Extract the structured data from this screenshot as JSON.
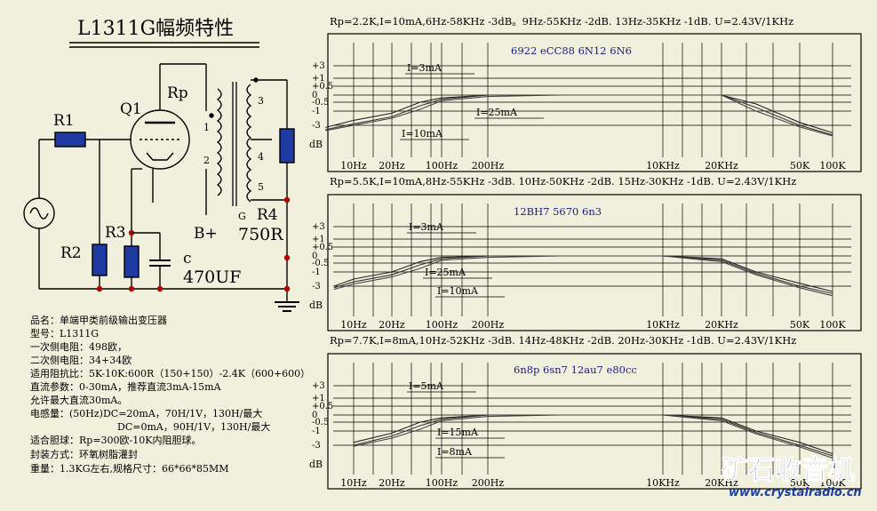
{
  "title": "L1311G幅频特性",
  "schematic": {
    "r1": "R1",
    "r2": "R2",
    "r3": "R3",
    "q1": "Q1",
    "rp": "Rp",
    "c": "c",
    "c_value": "470UF",
    "b_plus": "B+",
    "r4": "R4",
    "r4_value": "750R",
    "g": "G",
    "pins": [
      "1",
      "2",
      "3",
      "4",
      "5"
    ]
  },
  "specs": [
    "品名：单端甲类前级输出变压器",
    "型号：L1311G",
    "一次侧电阻：498欧，",
    "二次侧电阻：34+34欧",
    "适用阻抗比：5K-10K:600R（150+150）-2.4K（600+600）",
    "直流参数：0-30mA，推荐直流3mA-15mA",
    "允许最大直流30mA。",
    "电感量：(50Hz)DC=20mA，70H/1V，130H/最大",
    "DC=0mA，90H/1V，130H/最大",
    "适合胆球：Rp=300欧-10K内阻胆球。",
    "封装方式：环氧树脂灌封",
    "重量：1.3KG左右,规格尺寸：66*66*85MM"
  ],
  "chart_data": [
    {
      "type": "line",
      "header": "Rp=2.2K,I=10mA,6Hz-58KHz -3dB。9Hz-55KHz -2dB. 13Hz-35KHz -1dB. U=2.43V/1KHz",
      "tubes": "6922 eCC88 6N12 6N6",
      "x_ticks": [
        "10Hz",
        "20Hz",
        "100Hz",
        "200Hz",
        "10KHz",
        "20KHz",
        "50K",
        "100K"
      ],
      "y_ticks": [
        "+3",
        "+1",
        "+0.5",
        "0",
        "-0.5",
        "-1",
        "-3",
        "dB"
      ],
      "series": [
        {
          "name": "I=3mA",
          "x": [
            6,
            10,
            20,
            50,
            100,
            200,
            1000,
            10000,
            20000,
            30000,
            50000,
            100000
          ],
          "y": [
            -3.4,
            -2.3,
            -1.3,
            -0.5,
            -0.2,
            0,
            0,
            0,
            0,
            -0.6,
            -2.6,
            -4.4
          ]
        },
        {
          "name": "I=25mA",
          "x": [
            6,
            10,
            20,
            50,
            100,
            200,
            1000,
            10000,
            20000,
            30000,
            50000,
            100000
          ],
          "y": [
            -3.8,
            -2.8,
            -1.8,
            -0.7,
            -0.3,
            0,
            0,
            0,
            0,
            -0.8,
            -3.0,
            -4.8
          ]
        },
        {
          "name": "I=10mA",
          "x": [
            6,
            10,
            20,
            50,
            100,
            200,
            1000,
            10000,
            20000,
            30000,
            50000,
            100000
          ],
          "y": [
            -4.0,
            -3.0,
            -2.0,
            -0.9,
            -0.4,
            -0.1,
            0,
            0,
            0,
            -1.0,
            -3.3,
            -5.0
          ]
        }
      ]
    },
    {
      "type": "line",
      "header": "Rp=5.5K,I=10mA,8Hz-55KHz -3dB. 10Hz-50KHz -2dB. 15Hz-30KHz -1dB. U=2.43V/1KHz",
      "tubes": "12BH7  5670  6n3",
      "x_ticks": [
        "10Hz",
        "20Hz",
        "100Hz",
        "200Hz",
        "10KHz",
        "20KHz",
        "50K",
        "100K"
      ],
      "y_ticks": [
        "+3",
        "+1",
        "+0.5",
        "0",
        "-0.5",
        "-1",
        "-3",
        "dB"
      ],
      "series": [
        {
          "name": "I=3mA",
          "x": [
            7,
            10,
            20,
            50,
            100,
            200,
            1000,
            10000,
            20000,
            30000,
            50000,
            100000
          ],
          "y": [
            -3.0,
            -2.0,
            -1.0,
            -0.4,
            -0.1,
            0,
            0,
            0,
            -0.2,
            -1.0,
            -2.6,
            -4.0
          ]
        },
        {
          "name": "I=25mA",
          "x": [
            7,
            10,
            20,
            50,
            100,
            200,
            1000,
            10000,
            20000,
            30000,
            50000,
            100000
          ],
          "y": [
            -3.3,
            -2.4,
            -1.4,
            -0.6,
            -0.2,
            0,
            0,
            0,
            -0.3,
            -1.2,
            -3.0,
            -4.4
          ]
        },
        {
          "name": "I=10mA",
          "x": [
            7,
            10,
            20,
            50,
            100,
            200,
            1000,
            10000,
            20000,
            30000,
            50000,
            100000
          ],
          "y": [
            -3.6,
            -2.7,
            -1.7,
            -0.8,
            -0.3,
            -0.1,
            0,
            0,
            -0.4,
            -1.4,
            -3.3,
            -4.8
          ]
        }
      ]
    },
    {
      "type": "line",
      "header": "Rp=7.7K,I=8mA,10Hz-52KHz -3dB.  14Hz-48KHz -2dB.  20Hz-30KHz -1dB.  U=2.43V/1KHz",
      "tubes": "6n8p 6sn7 12au7 e80cc",
      "x_ticks": [
        "10Hz",
        "20Hz",
        "100Hz",
        "200Hz",
        "10KHz",
        "20KHz",
        "50K",
        "100K"
      ],
      "y_ticks": [
        "+3",
        "+1",
        "+0.5",
        "0",
        "-0.5",
        "-1",
        "-3",
        "dB"
      ],
      "series": [
        {
          "name": "I=5mA",
          "x": [
            10,
            20,
            50,
            100,
            200,
            1000,
            10000,
            20000,
            30000,
            50000,
            100000
          ],
          "y": [
            -2.6,
            -1.3,
            -0.5,
            -0.2,
            0,
            0,
            0,
            -0.2,
            -1.0,
            -2.6,
            -4.6
          ]
        },
        {
          "name": "I=15mA",
          "x": [
            10,
            20,
            50,
            100,
            200,
            1000,
            10000,
            20000,
            30000,
            50000,
            100000
          ],
          "y": [
            -3.0,
            -1.7,
            -0.7,
            -0.3,
            0,
            0,
            0,
            -0.3,
            -1.2,
            -3.0,
            -5.0
          ]
        },
        {
          "name": "I=8mA",
          "x": [
            10,
            20,
            50,
            100,
            200,
            1000,
            10000,
            20000,
            30000,
            50000,
            100000
          ],
          "y": [
            -3.2,
            -2.0,
            -0.9,
            -0.4,
            -0.1,
            0,
            0,
            -0.4,
            -1.4,
            -3.3,
            -5.4
          ]
        }
      ]
    }
  ],
  "watermark": {
    "text": "矿石收音机",
    "url": "www.crystalradio.cn"
  }
}
